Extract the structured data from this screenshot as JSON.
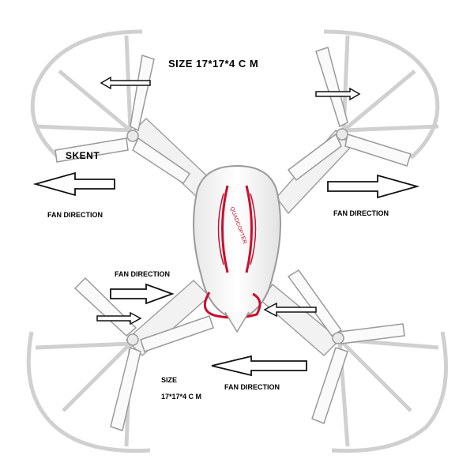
{
  "labels": {
    "size_top": "SIZE 17*17*4 C M",
    "brand": "SKENT",
    "fan_direction_left": "FAN DIRECTION",
    "fan_direction_right": "FAN DIRECTION",
    "fan_direction_mid": "FAN DIRECTION",
    "fan_direction_bottom": "FAN DIRECTION",
    "size_bottom_line1": "SIZE",
    "size_bottom_line2": "17*17*4 C M",
    "drone_body_text": "QUADCOPTER"
  },
  "colors": {
    "body": "#f4f4f4",
    "outline": "#9a9a9a",
    "accent": "#c8102e",
    "background": "#ffffff"
  },
  "arrows": {
    "upper_left": "left",
    "upper_right": "right",
    "big_left": "left",
    "big_right": "right",
    "mid_left": "right",
    "lower_left": "right",
    "center_right": "left",
    "bottom_center": "left"
  }
}
